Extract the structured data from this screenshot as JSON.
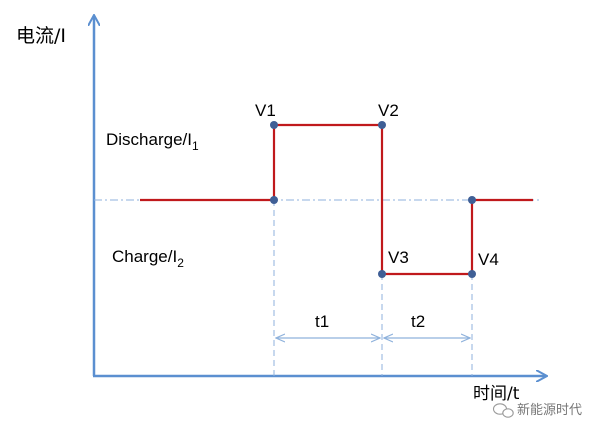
{
  "axes": {
    "y_label": "电流/I",
    "x_label": "时间/t"
  },
  "regions": {
    "discharge": {
      "text": "Discharge/I",
      "sub": "1"
    },
    "charge": {
      "text": "Charge/I",
      "sub": "2"
    }
  },
  "points": {
    "v1": "V1",
    "v2": "V2",
    "v3": "V3",
    "v4": "V4"
  },
  "intervals": {
    "t1": "t1",
    "t2": "t2"
  },
  "watermark": {
    "text": "新能源时代"
  },
  "colors": {
    "axis": "#5b8fd0",
    "signal": "#c0191c",
    "point": "#3f5f96",
    "guide": "#8fb2dc"
  }
}
